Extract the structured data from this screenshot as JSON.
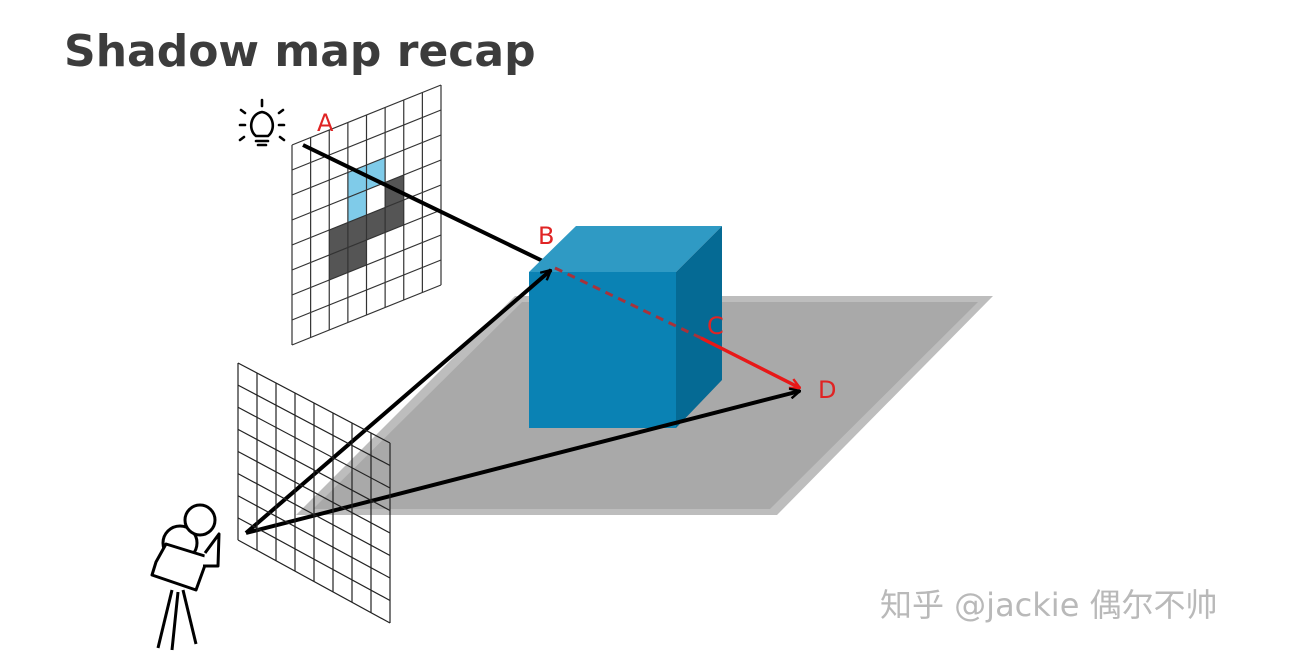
{
  "title": "Shadow map recap",
  "labels": {
    "a": "A",
    "b": "B",
    "c": "C",
    "d": "D"
  },
  "watermark": "知乎 @jackie 偶尔不帅",
  "icons": [
    "light-bulb-icon",
    "movie-camera-icon"
  ],
  "colors": {
    "title": "#3c3c3c",
    "cube_front": "#0a82b4",
    "cube_top": "#2f9ac4",
    "cube_side": "#056a94",
    "ground": "#a9a9a9",
    "shadow_map_light_cell": "#7fcbe9",
    "shadow_map_dark_cell": "#555555",
    "occluded_ray": "#a8323a",
    "visible_ray": "#e81818",
    "label": "#e02424"
  }
}
